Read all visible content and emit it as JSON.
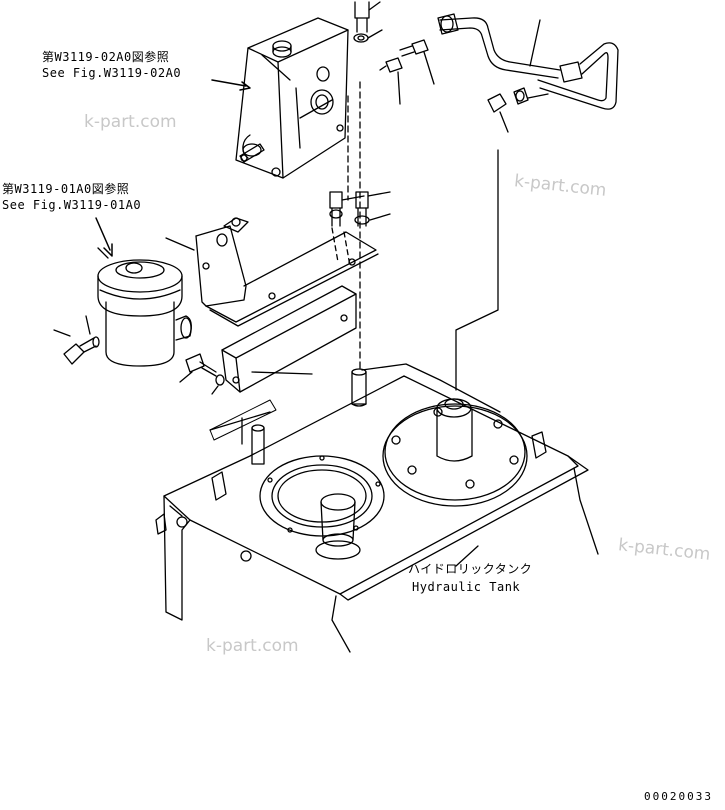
{
  "callouts": {
    "ref_upper_jp": "第W3119-02A0図参照",
    "ref_upper_en": "See Fig.W3119-02A0",
    "ref_lower_jp": "第W3119-01A0図参照",
    "ref_lower_en": "See Fig.W3119-01A0",
    "tank_jp": "ハイドロリックタンク",
    "tank_en": "Hydraulic Tank"
  },
  "watermarks": [
    "k-part.com",
    "k-part.com",
    "k-part.com",
    "k-part.com"
  ],
  "drawing_code": "00020033"
}
